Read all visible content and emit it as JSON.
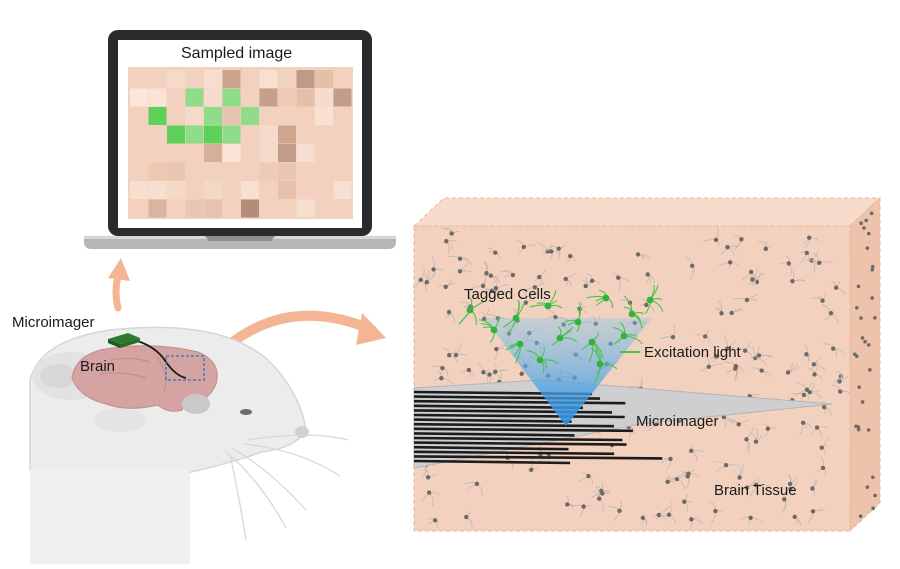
{
  "laptop": {
    "screen_title": "Sampled image"
  },
  "mouse": {
    "microimager_label": "Microimager",
    "brain_label": "Brain"
  },
  "tissue": {
    "tagged_cells_label": "Tagged Cells",
    "excitation_label": "Excitation light",
    "microimager_label": "Microimager",
    "brain_tissue_label": "Brain Tissue"
  },
  "colors": {
    "tissue": "#f2d2bf",
    "tissue_side": "#eec3ab",
    "green": "#49c24c",
    "beam": "#3fa4e6",
    "arrow": "#f4b595",
    "mouse": "#ececec",
    "brain": "#d5a4a2"
  },
  "icons": [
    "laptop-icon",
    "mouse-icon",
    "brain-icon",
    "microimager-chip-icon",
    "arrow-icon"
  ]
}
